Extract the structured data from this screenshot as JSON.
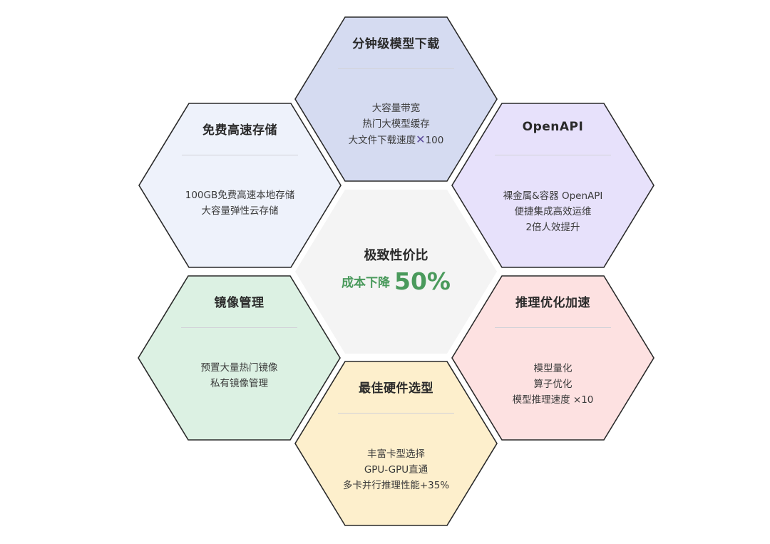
{
  "colors": {
    "top": "#d5dbf1",
    "left_top": "#eef2fb",
    "right_top": "#e7e1fb",
    "center": "#f4f4f4",
    "left_bottom": "#dcf1e3",
    "right_bottom": "#fde1e1",
    "bottom": "#fdefcc",
    "accent_green": "#4a9a5c",
    "accent_purple": "#5b4a9a",
    "border": "#2a2a2a"
  },
  "center": {
    "title": "极致性价比",
    "subtitle_label": "成本下降",
    "subtitle_value": "50%"
  },
  "hexes": {
    "top": {
      "title": "分钟级模型下载",
      "lines": [
        "大容量带宽",
        "热门大模型缓存",
        "大文件下载速度"
      ],
      "mult_icon": "✕",
      "mult_value": "100"
    },
    "left_top": {
      "title": "免费高速存储",
      "lines": [
        "100GB免费高速本地存储",
        "大容量弹性云存储"
      ]
    },
    "right_top": {
      "title": "OpenAPI",
      "lines": [
        "裸金属&容器 OpenAPI",
        "便捷集成高效运维",
        "2倍人效提升"
      ]
    },
    "left_bottom": {
      "title": "镜像管理",
      "lines": [
        "预置大量热门镜像",
        "私有镜像管理"
      ]
    },
    "right_bottom": {
      "title": "推理优化加速",
      "lines": [
        "模型量化",
        "算子优化",
        "模型推理速度 ×10"
      ]
    },
    "bottom": {
      "title": "最佳硬件选型",
      "lines": [
        "丰富卡型选择",
        "GPU-GPU直通",
        "多卡并行推理性能+35%"
      ]
    }
  }
}
